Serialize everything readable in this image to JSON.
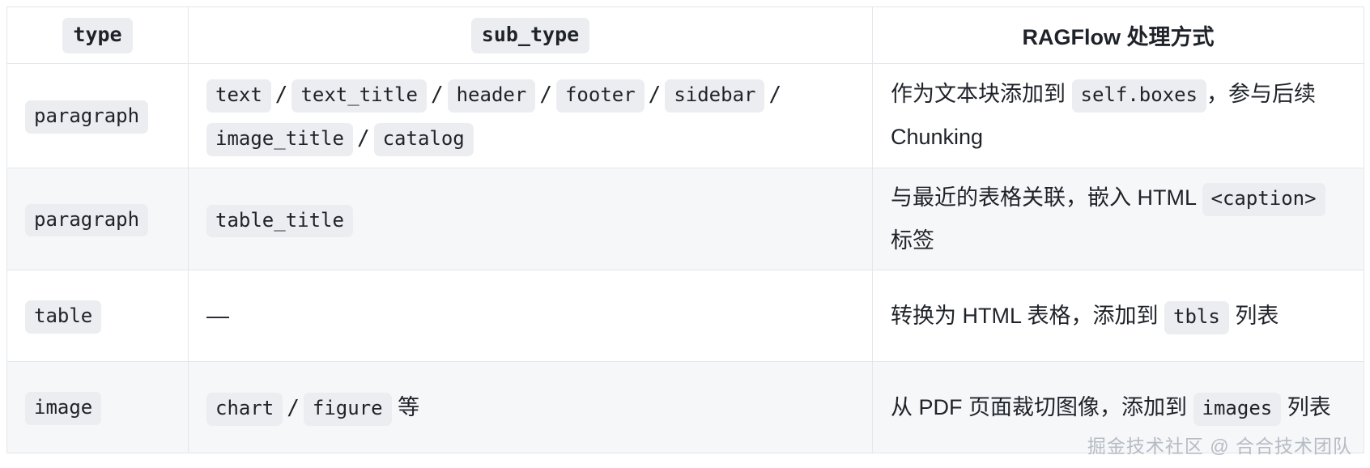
{
  "table": {
    "columns": [
      {
        "key": "type",
        "label": "type",
        "style": "chip",
        "align": "center"
      },
      {
        "key": "sub_type",
        "label": "sub_type",
        "style": "chip",
        "align": "center"
      },
      {
        "key": "handling",
        "label": "RAGFlow 处理方式",
        "style": "plain",
        "align": "center"
      }
    ],
    "rows": [
      {
        "type": "paragraph",
        "sub_type_chips": [
          "text",
          "text_title",
          "header",
          "footer",
          "sidebar",
          "image_title",
          "catalog"
        ],
        "handling_parts": [
          {
            "kind": "text",
            "value": "作为文本块添加到 "
          },
          {
            "kind": "code",
            "value": "self.boxes"
          },
          {
            "kind": "text",
            "value": "，参与后续 Chunking"
          }
        ]
      },
      {
        "type": "paragraph",
        "sub_type_chips": [
          "table_title"
        ],
        "handling_parts": [
          {
            "kind": "text",
            "value": "与最近的表格关联，嵌入 HTML "
          },
          {
            "kind": "code",
            "value": "<caption>"
          },
          {
            "kind": "text",
            "value": " 标签"
          }
        ]
      },
      {
        "type": "table",
        "sub_type_dash": "—",
        "sub_type_chips": [],
        "handling_parts": [
          {
            "kind": "text",
            "value": "转换为 HTML 表格，添加到 "
          },
          {
            "kind": "code",
            "value": "tbls"
          },
          {
            "kind": "text",
            "value": " 列表"
          }
        ]
      },
      {
        "type": "image",
        "sub_type_chips": [
          "chart",
          "figure"
        ],
        "sub_type_suffix": "等",
        "handling_parts": [
          {
            "kind": "text",
            "value": "从 PDF 页面裁切图像，添加到 "
          },
          {
            "kind": "code",
            "value": "images"
          },
          {
            "kind": "text",
            "value": " 列表"
          }
        ]
      }
    ],
    "separator": "/"
  },
  "watermark": {
    "text": "掘金技术社区 @ 合合技术团队"
  },
  "colors": {
    "border": "#e3e6ea",
    "chip_bg": "#ebedf0",
    "stripe_bg": "#f6f7f9",
    "text": "#1f2329",
    "watermark": "#b6bcc4"
  }
}
